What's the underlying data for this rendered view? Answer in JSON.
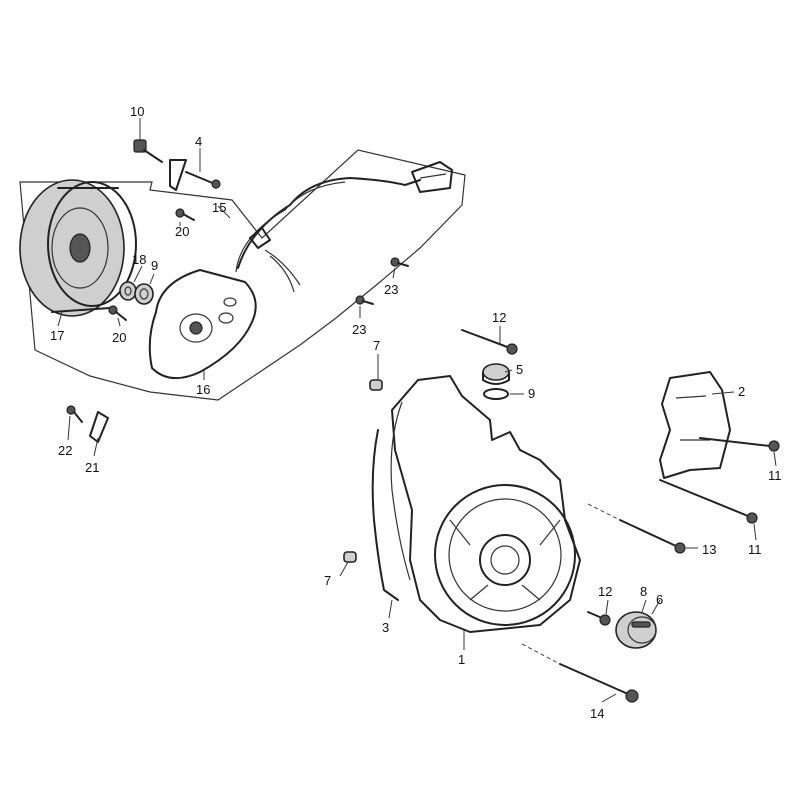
{
  "callouts": {
    "c1": "1",
    "c2": "2",
    "c3": "3",
    "c4": "4",
    "c5": "5",
    "c6": "6",
    "c7a": "7",
    "c7b": "7",
    "c8": "8",
    "c9a": "9",
    "c9b": "9",
    "c10": "10",
    "c11a": "11",
    "c11b": "11",
    "c12a": "12",
    "c12b": "12",
    "c13": "13",
    "c14": "14",
    "c15": "15",
    "c16": "16",
    "c17": "17",
    "c18": "18",
    "c20a": "20",
    "c20b": "20",
    "c21": "21",
    "c22": "22",
    "c23a": "23",
    "c23b": "23"
  }
}
